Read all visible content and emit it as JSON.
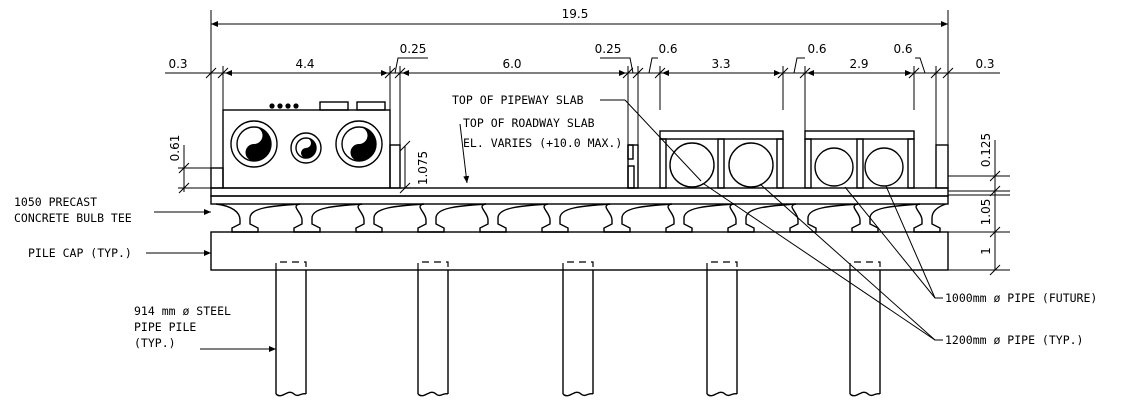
{
  "dimensions": {
    "overall": "19.5",
    "left_edge": "0.3",
    "roadway_box": "4.4",
    "gap_a": "0.25",
    "roadway": "6.0",
    "gap_b": "0.25",
    "gap_c": "0.6",
    "pipe_bay_1": "3.3",
    "gap_d": "0.6",
    "pipe_bay_2": "2.9",
    "gap_e": "0.6",
    "right_edge": "0.3",
    "barrier_height": "1.075",
    "left_rail": "0.61",
    "right_rail": "0.125",
    "girder_depth": "1.05",
    "cap_depth": "1"
  },
  "labels": {
    "top_pipeway": "TOP OF PIPEWAY SLAB",
    "top_roadway": "TOP OF ROADWAY SLAB",
    "el_varies": "EL. VARIES (+10.0 MAX.)",
    "precast_1": "1050 PRECAST",
    "precast_2": "CONCRETE BULB TEE",
    "pile_cap": "PILE CAP (TYP.)",
    "pile_1": "914 mm ø STEEL",
    "pile_2": "PIPE PILE",
    "pile_3": "(TYP.)",
    "pipe_future": "1000mm ø PIPE (FUTURE)",
    "pipe_typ": "1200mm ø PIPE (TYP.)"
  }
}
